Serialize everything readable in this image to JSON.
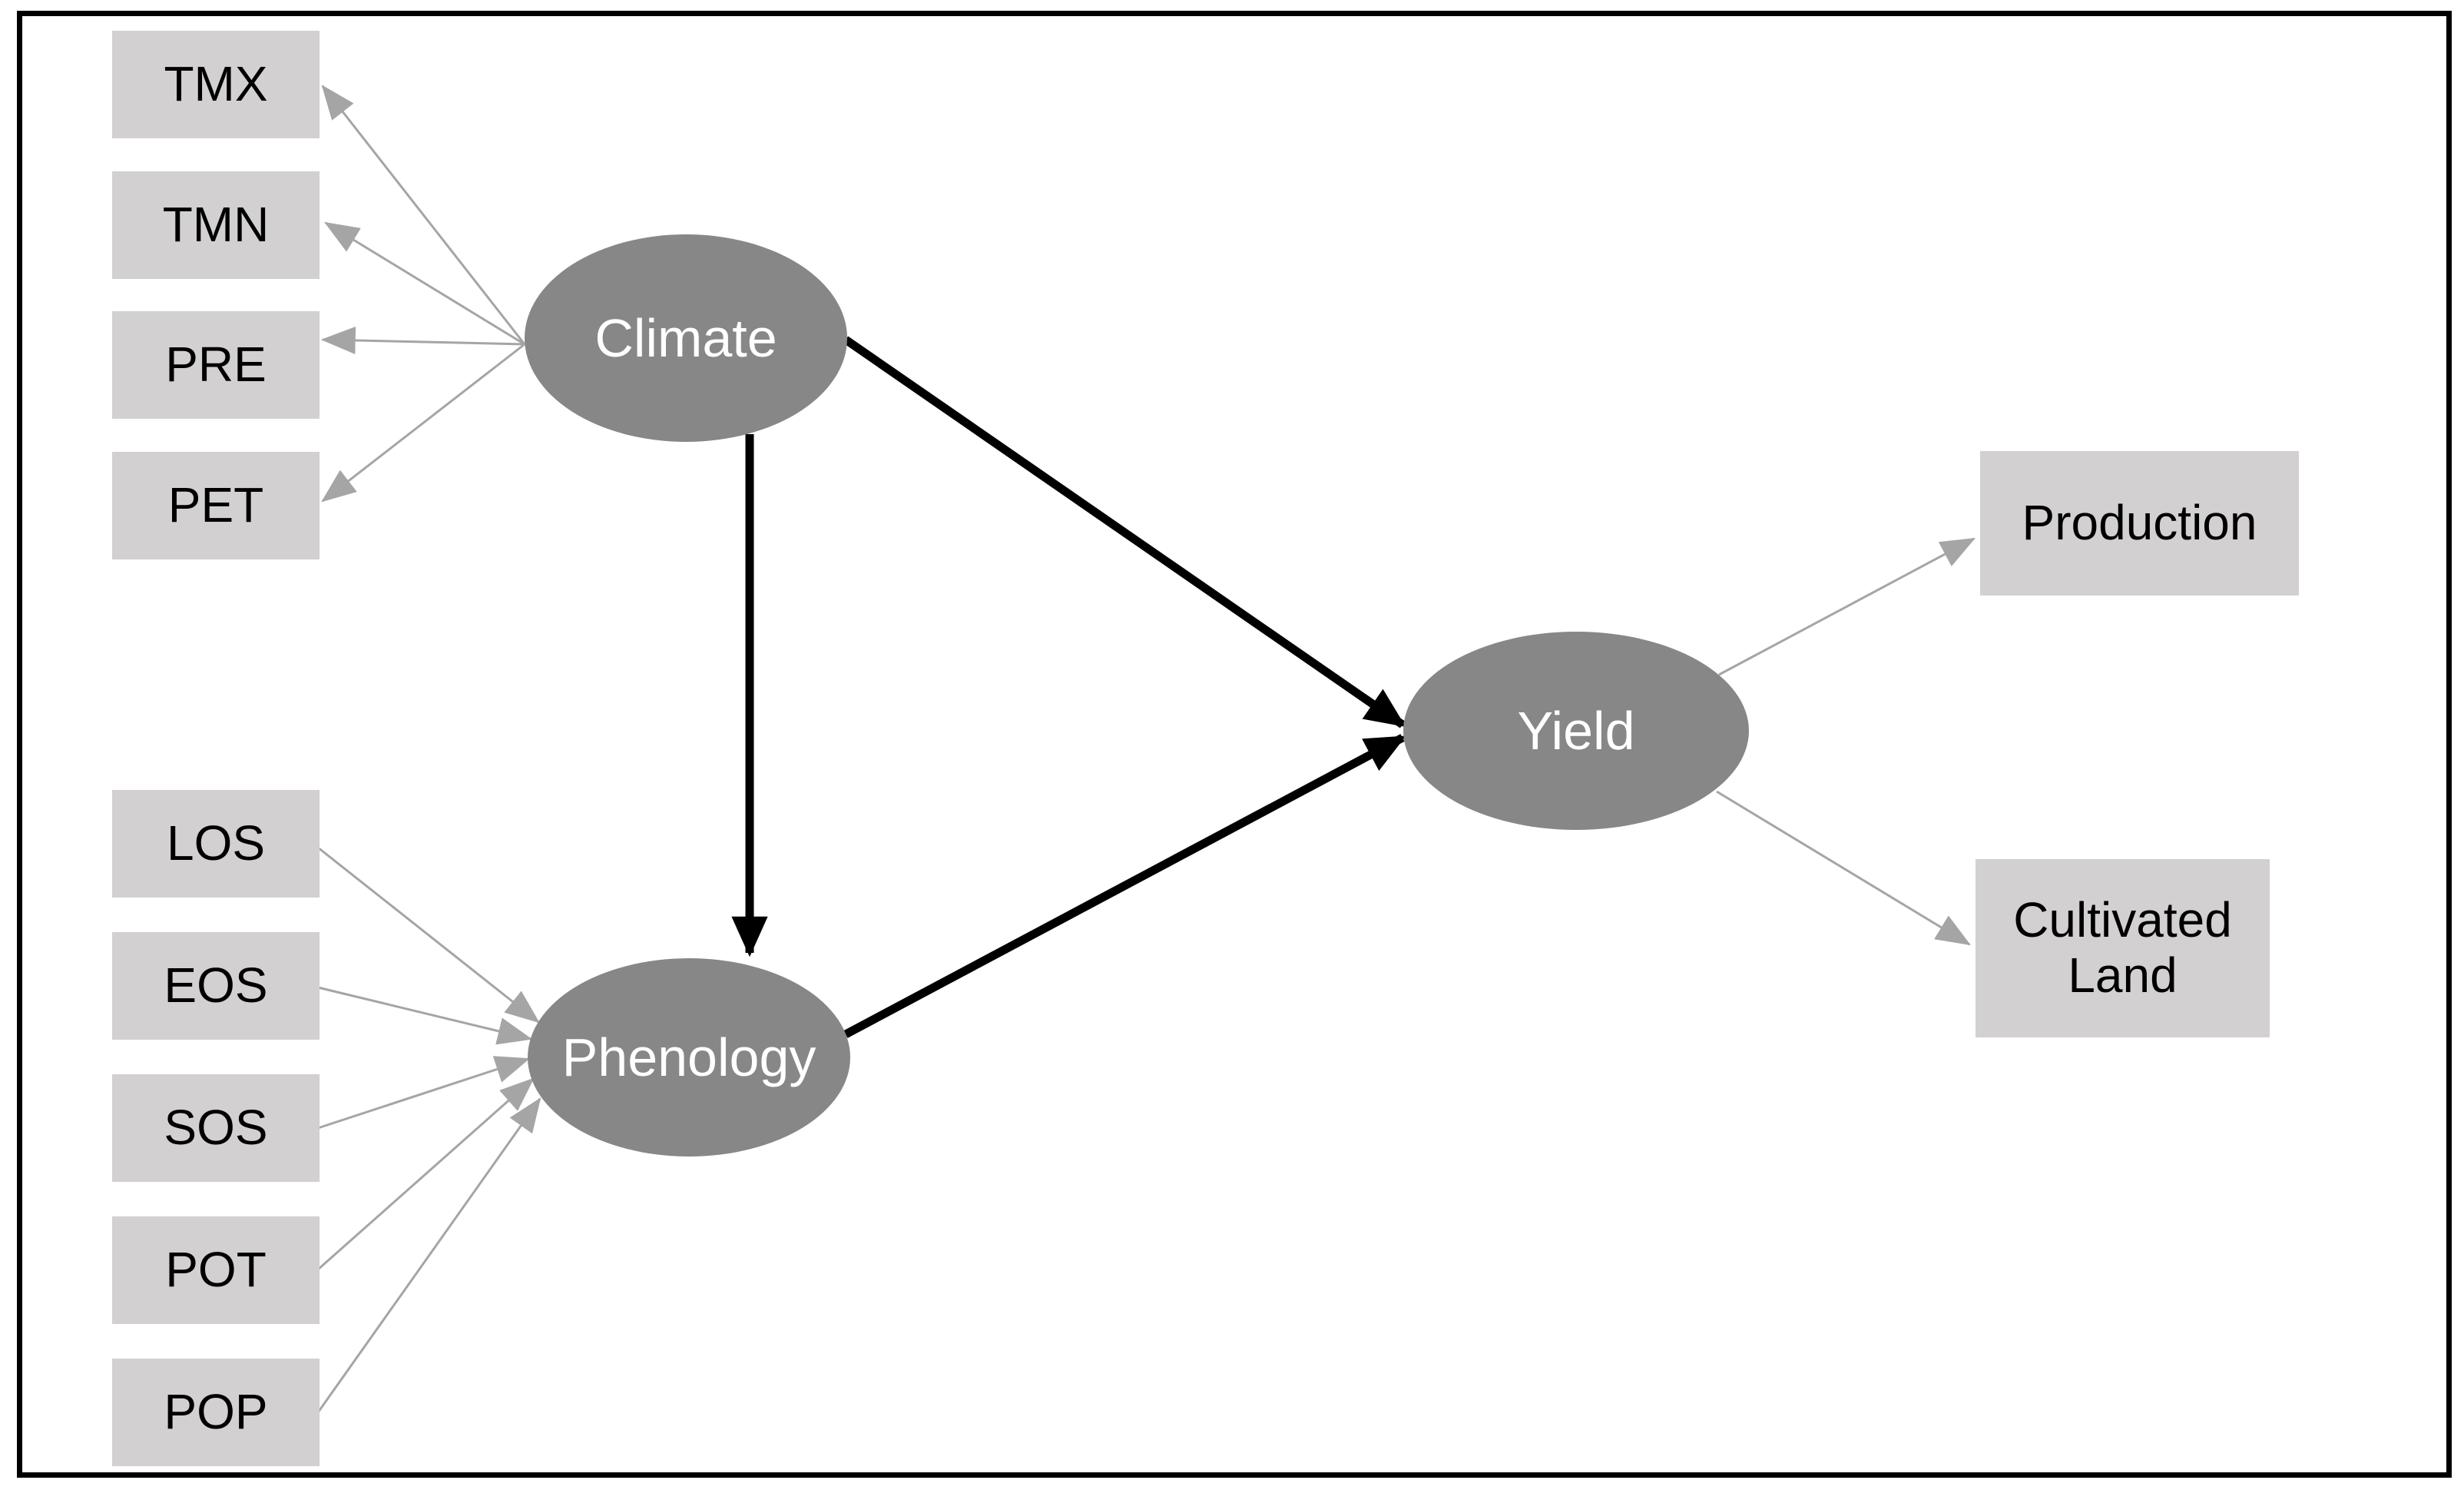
{
  "figure": {
    "type": "sem-path-diagram",
    "latent": [
      {
        "id": "climate",
        "label": "Climate"
      },
      {
        "id": "phenology",
        "label": "Phenology"
      },
      {
        "id": "yield",
        "label": "Yield"
      }
    ],
    "indicators": {
      "climate": [
        "TMX",
        "TMN",
        "PRE",
        "PET"
      ],
      "phenology": [
        "LOS",
        "EOS",
        "SOS",
        "POT",
        "POP"
      ],
      "yield": [
        "Production",
        "Cultivated Land"
      ]
    },
    "paths": [
      {
        "from": "Climate",
        "to": "Phenology"
      },
      {
        "from": "Climate",
        "to": "Yield"
      },
      {
        "from": "Phenology",
        "to": "Yield"
      }
    ],
    "colors": {
      "background": "#FFFFFF",
      "frame": "#000000",
      "latent_fill": "#878787",
      "latent_text": "#FFFFFF",
      "indicator_fill": "#D2D0D0",
      "indicator_text": "#000000",
      "measurement_arrow": "#A5A5A5",
      "structural_arrow": "#000000"
    }
  }
}
